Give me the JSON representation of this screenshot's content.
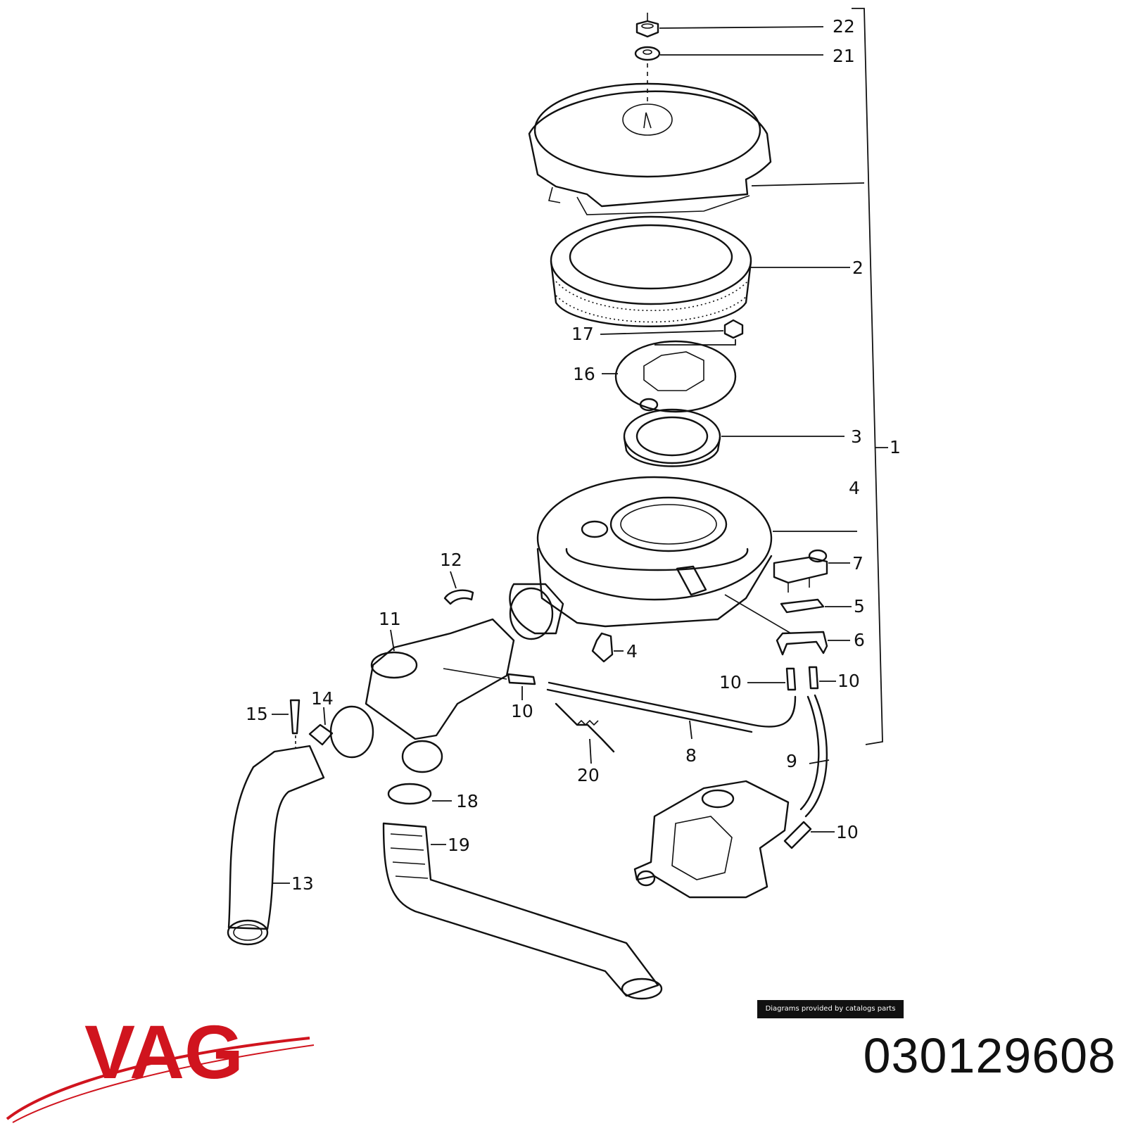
{
  "brand": {
    "logo_text": "VAG",
    "color": "#d0141e"
  },
  "part_number": "030129608",
  "credit": "Diagrams provided by catalogs parts",
  "labels": [
    "22",
    "21",
    "2",
    "17",
    "16",
    "3",
    "1",
    "4",
    "7",
    "5",
    "6",
    "12",
    "11",
    "4",
    "10",
    "10",
    "10",
    "14",
    "15",
    "8",
    "9",
    "20",
    "18",
    "10",
    "19",
    "13"
  ]
}
